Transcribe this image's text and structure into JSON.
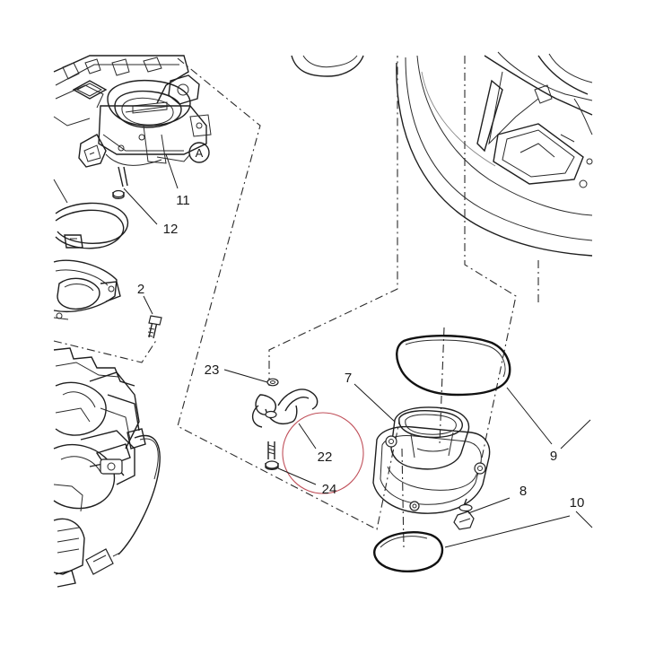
{
  "callouts": {
    "c2": "2",
    "c7": "7",
    "c8": "8",
    "c9": "9",
    "c10": "10",
    "c11": "11",
    "c12": "12",
    "c22": "22",
    "c23": "23",
    "c24": "24"
  },
  "reference_mark": "A",
  "colors": {
    "line": "#1a1a1a",
    "highlight_circle": "#c0505a",
    "background": "#ffffff"
  }
}
